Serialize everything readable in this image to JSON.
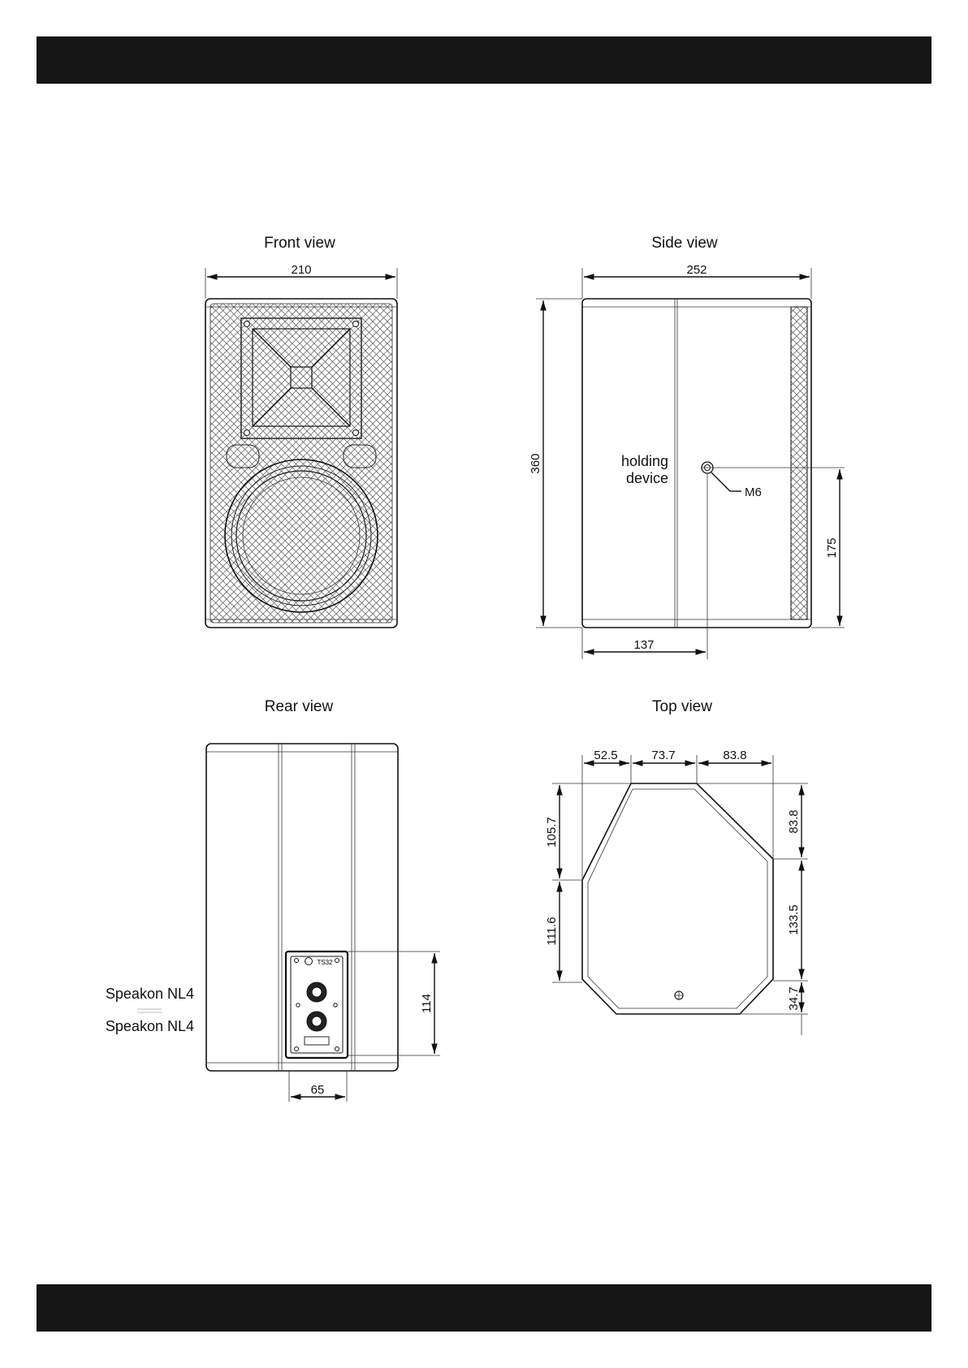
{
  "views": {
    "front": {
      "title": "Front view",
      "width_dim": "210"
    },
    "side": {
      "title": "Side view",
      "width_dim": "252",
      "height_dim": "360",
      "hole_height_dim": "175",
      "hole_offset_dim": "137",
      "label_line1": "holding",
      "label_line2": "device",
      "thread": "M6"
    },
    "rear": {
      "title": "Rear view",
      "panel_height_dim": "114",
      "panel_width_dim": "65",
      "connector_1": "Speakon NL4",
      "connector_2": "Speakon NL4",
      "panel_model": "TS32"
    },
    "top": {
      "title": "Top view",
      "top_dims": [
        "52.5",
        "73.7",
        "83.8"
      ],
      "left_dims": [
        "105.7",
        "111.6"
      ],
      "right_dims": [
        "83.8",
        "133.5",
        "34.7"
      ]
    }
  }
}
